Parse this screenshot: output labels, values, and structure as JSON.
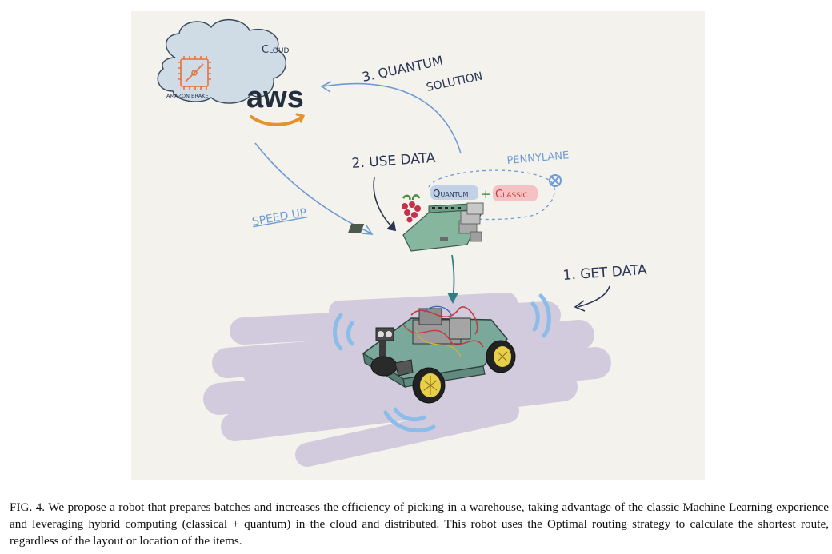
{
  "figure": {
    "labels": {
      "cloud": "Cloud",
      "amazon_braket": "AMAZON BRAKET",
      "aws": "aws",
      "quantum_solution_line1": "3. QUANTUM",
      "quantum_solution_line2": "SOLUTION",
      "use_data": "2. USE DATA",
      "pennylane": "PENNYLANE",
      "quantum": "Quantum",
      "plus": "+",
      "classic": "Classic",
      "speed_up": "SPEED UP",
      "get_data": "1. GET DATA"
    },
    "colors": {
      "background": "#f3f2ed",
      "cloud_fill": "#cfdbe5",
      "chip": "#e8713c",
      "arrow_blue": "#6d9ad4",
      "label_navy": "#2a3553",
      "aws_orange": "#e8902a",
      "floor_lilac": "#cfc6dc",
      "board_green": "#86b79e",
      "quantum_highlight": "#b9cde4",
      "classic_highlight": "#f4bcbc",
      "teal_arrow": "#2f7f86",
      "signal_blue": "#8bbde8",
      "wheel_yellow": "#e7cf49"
    }
  },
  "caption": {
    "label": "FIG. 4.",
    "text": "We propose a robot that prepares batches and increases the efficiency of picking in a warehouse, taking advantage of the classic Machine Learning experience and leveraging hybrid computing (classical + quantum) in the cloud and distributed. This robot uses the Optimal routing strategy to calculate the shortest route, regardless of the layout or location of the items."
  }
}
